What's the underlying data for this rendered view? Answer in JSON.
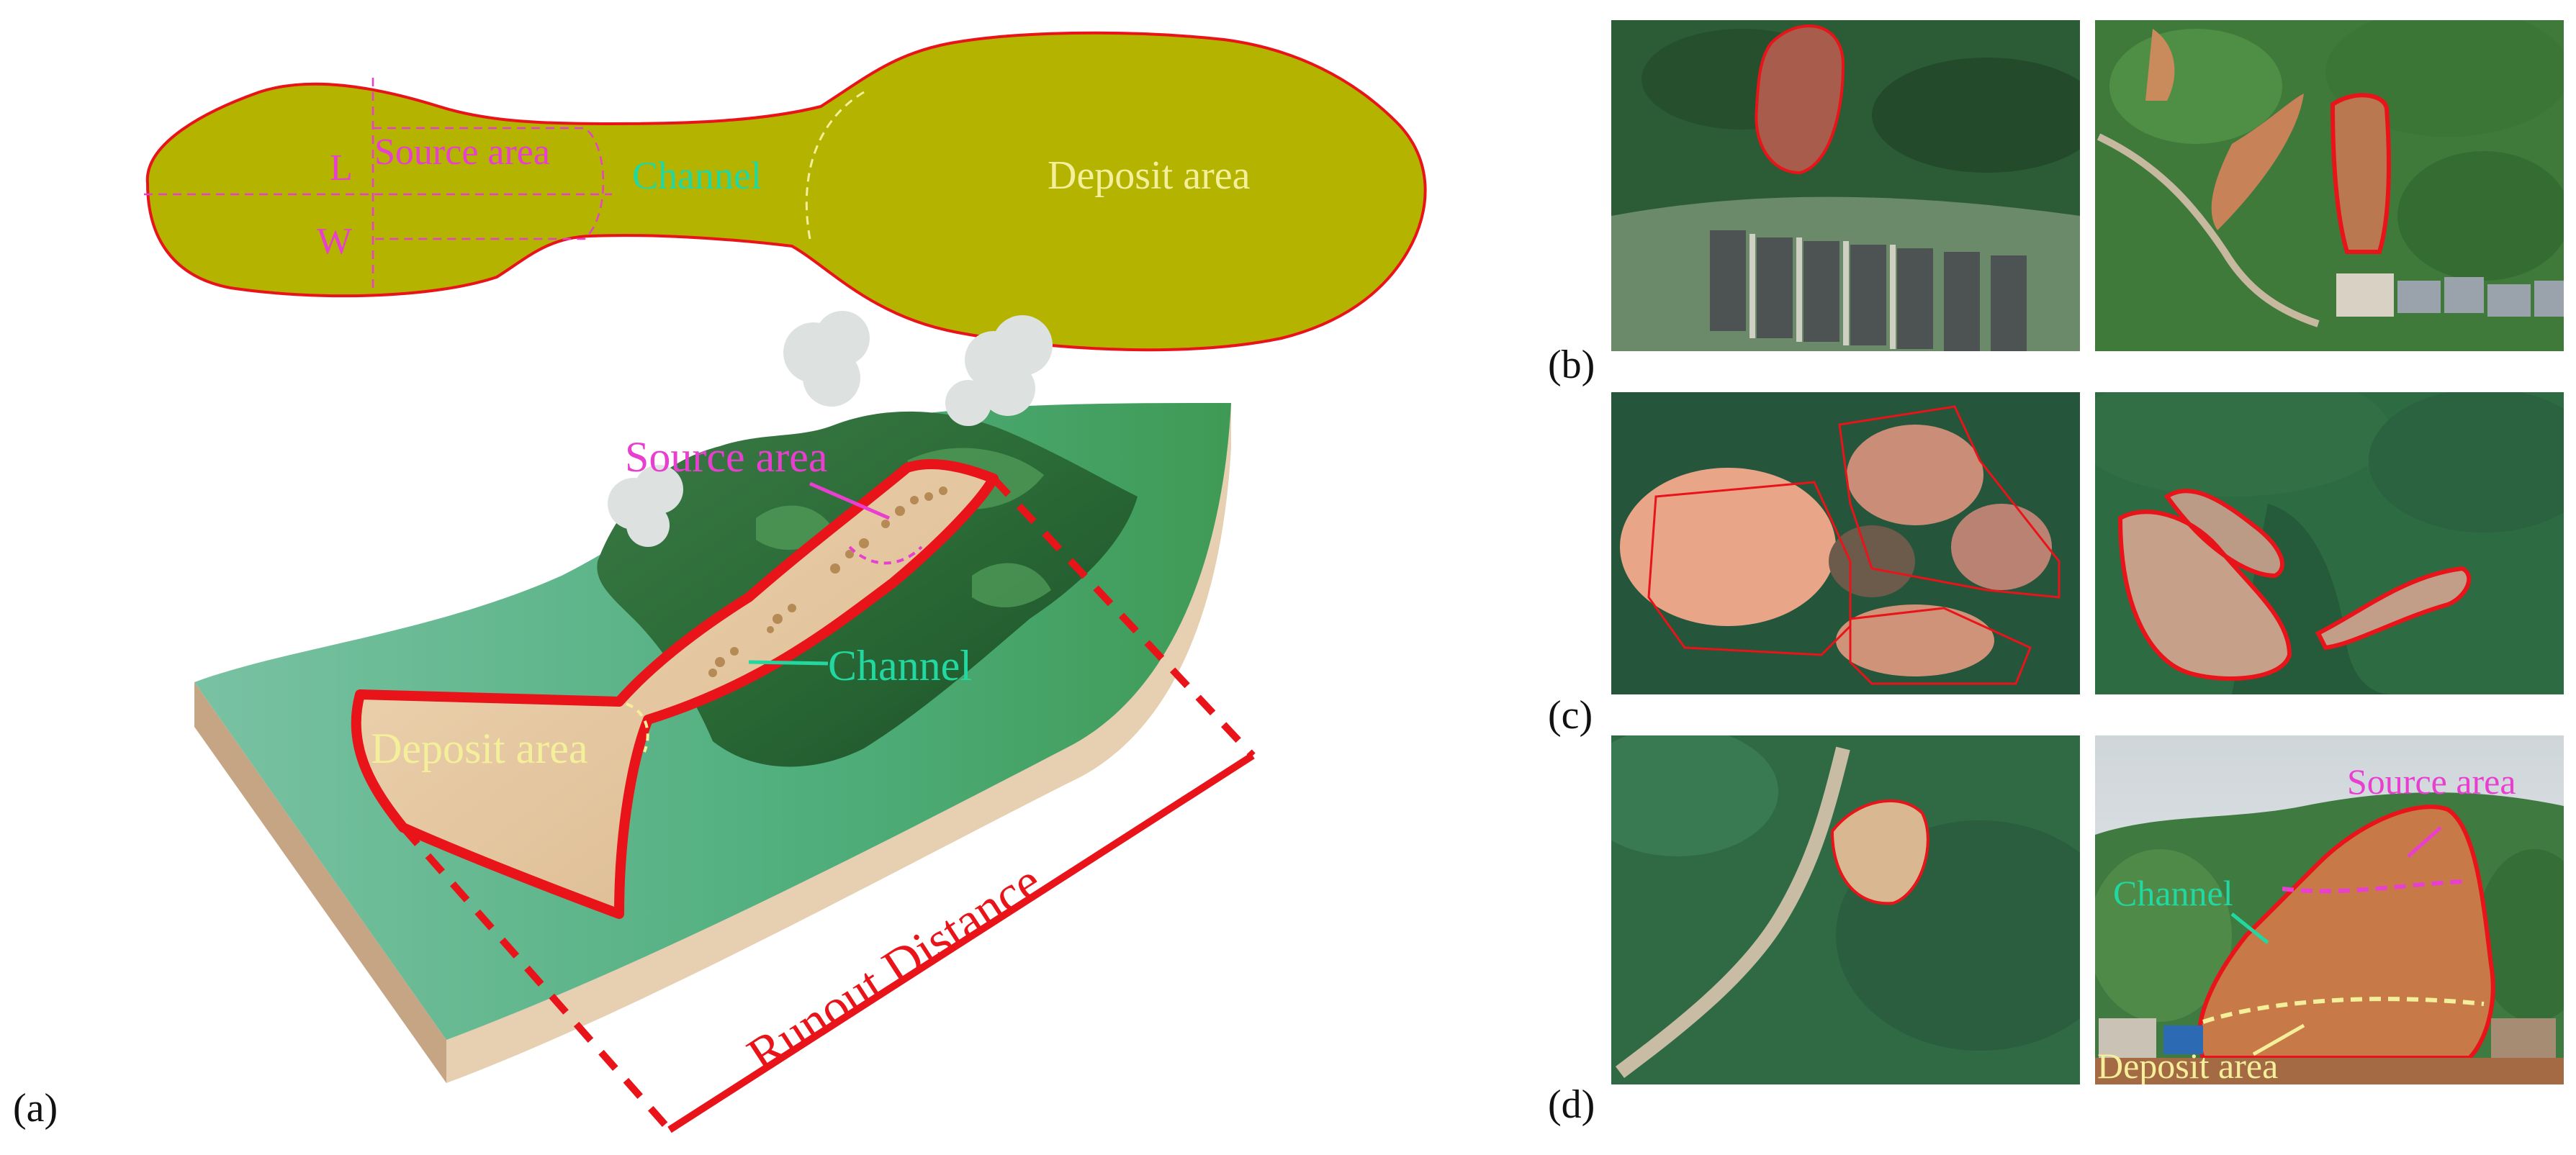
{
  "colors": {
    "outline_red": "#e8141a",
    "magenta": "#e83fd0",
    "channel_green": "#22d8a0",
    "deposit_yellow": "#f4ef9a",
    "plan_fill": "#b3b300",
    "forest_dark": "#1e5a2a",
    "forest_mid": "#2f8a3a",
    "sand": "#e8c9a0",
    "terrain_base": "#d7b896"
  },
  "panel_labels": {
    "a": "(a)",
    "b": "(b)",
    "c": "(c)",
    "d": "(d)"
  },
  "plan_view": {
    "L": "L",
    "W": "W",
    "source_area": "Source area",
    "channel": "Channel",
    "deposit_area": "Deposit area"
  },
  "block_diagram": {
    "source_area": "Source area",
    "channel": "Channel",
    "deposit_area": "Deposit area",
    "runout_distance": "Runout Distance"
  },
  "photo_d": {
    "source_area": "Source area",
    "channel": "Channel",
    "deposit_area": "Deposit area"
  }
}
